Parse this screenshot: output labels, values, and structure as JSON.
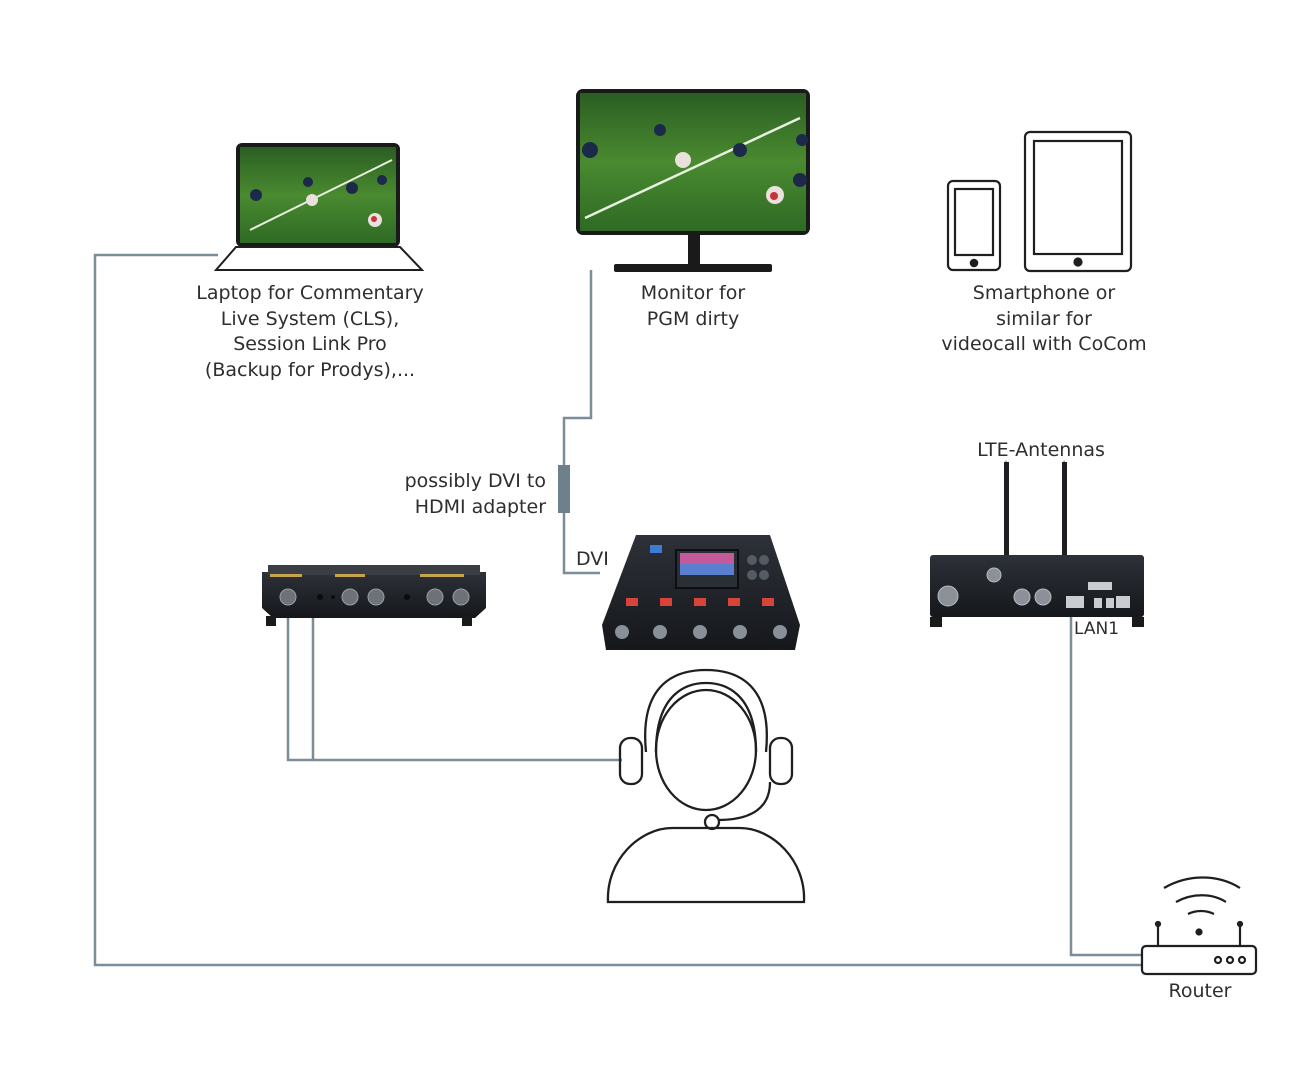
{
  "labels": {
    "laptop": [
      "Laptop for Commentary",
      "Live System (CLS),",
      "Session Link Pro",
      "(Backup for Prodys),..."
    ],
    "monitor": [
      "Monitor for",
      "PGM dirty"
    ],
    "smartphone": [
      "Smartphone or",
      "similar for",
      "videocall with CoCom"
    ],
    "adapter": [
      "possibly DVI to",
      "HDMI adapter"
    ],
    "dvi": "DVI",
    "lte": "LTE-Antennas",
    "lan1": "LAN1",
    "router": "Router"
  },
  "colors": {
    "cable": "#7b8d98",
    "outline": "#1f1f1f",
    "device_body": "#1c1f24",
    "pitch": "#3f7d2a",
    "accent_red": "#d8443a"
  },
  "icons": [
    "laptop-icon",
    "monitor-icon",
    "smartphone-icon",
    "tablet-icon",
    "audio-interface-icon",
    "commentary-unit-icon",
    "lte-codec-icon",
    "headset-user-icon",
    "router-icon",
    "adapter-icon"
  ]
}
